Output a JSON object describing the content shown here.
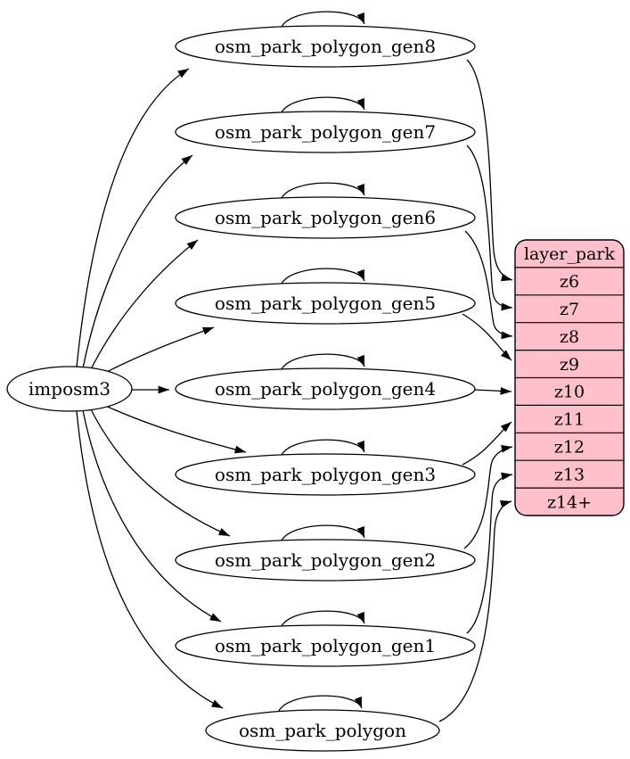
{
  "diagram": {
    "kind": "etl-dependency-graph",
    "process": {
      "label": "imposm3"
    },
    "tables": [
      {
        "label": "osm_park_polygon_gen8",
        "from": "imposm3",
        "self_loop": true,
        "to_layer_row": "z6"
      },
      {
        "label": "osm_park_polygon_gen7",
        "from": "imposm3",
        "self_loop": true,
        "to_layer_row": "z7"
      },
      {
        "label": "osm_park_polygon_gen6",
        "from": "imposm3",
        "self_loop": true,
        "to_layer_row": "z8"
      },
      {
        "label": "osm_park_polygon_gen5",
        "from": "imposm3",
        "self_loop": true,
        "to_layer_row": "z9"
      },
      {
        "label": "osm_park_polygon_gen4",
        "from": "imposm3",
        "self_loop": true,
        "to_layer_row": "z10"
      },
      {
        "label": "osm_park_polygon_gen3",
        "from": "imposm3",
        "self_loop": true,
        "to_layer_row": "z11"
      },
      {
        "label": "osm_park_polygon_gen2",
        "from": "imposm3",
        "self_loop": true,
        "to_layer_row": "z12"
      },
      {
        "label": "osm_park_polygon_gen1",
        "from": "imposm3",
        "self_loop": true,
        "to_layer_row": "z13"
      },
      {
        "label": "osm_park_polygon",
        "from": "imposm3",
        "self_loop": true,
        "to_layer_row": "z14+"
      }
    ],
    "layer": {
      "title": "layer_park",
      "rows": [
        "z6",
        "z7",
        "z8",
        "z9",
        "z10",
        "z11",
        "z12",
        "z13",
        "z14+"
      ],
      "fill": "#ffc0cb"
    },
    "colors": {
      "node_fill": "#ffffff",
      "stroke": "#000000",
      "layer_fill": "#ffc0cb"
    }
  }
}
